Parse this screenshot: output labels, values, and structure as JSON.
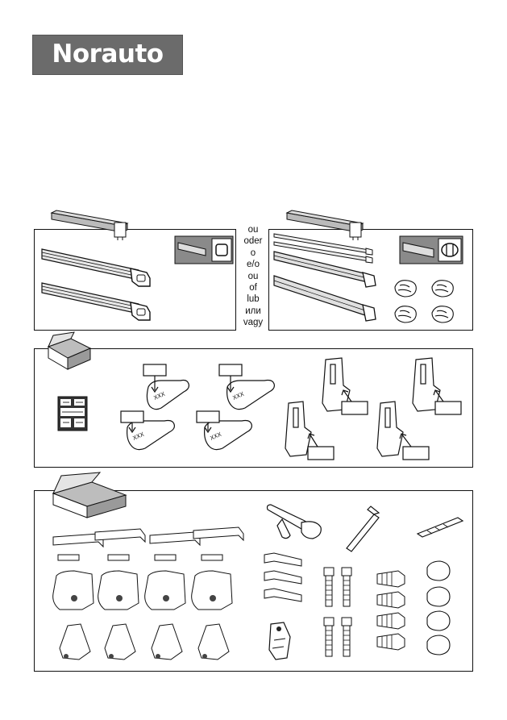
{
  "brand": {
    "logo_text": "Norauto"
  },
  "alternatives": {
    "or_words": [
      "ou",
      "oder",
      "o",
      "e/o",
      "ou",
      "of",
      "lub",
      "или",
      "vagy"
    ]
  },
  "colors": {
    "logo_bg": "#6b6b6b",
    "line": "#111111"
  }
}
